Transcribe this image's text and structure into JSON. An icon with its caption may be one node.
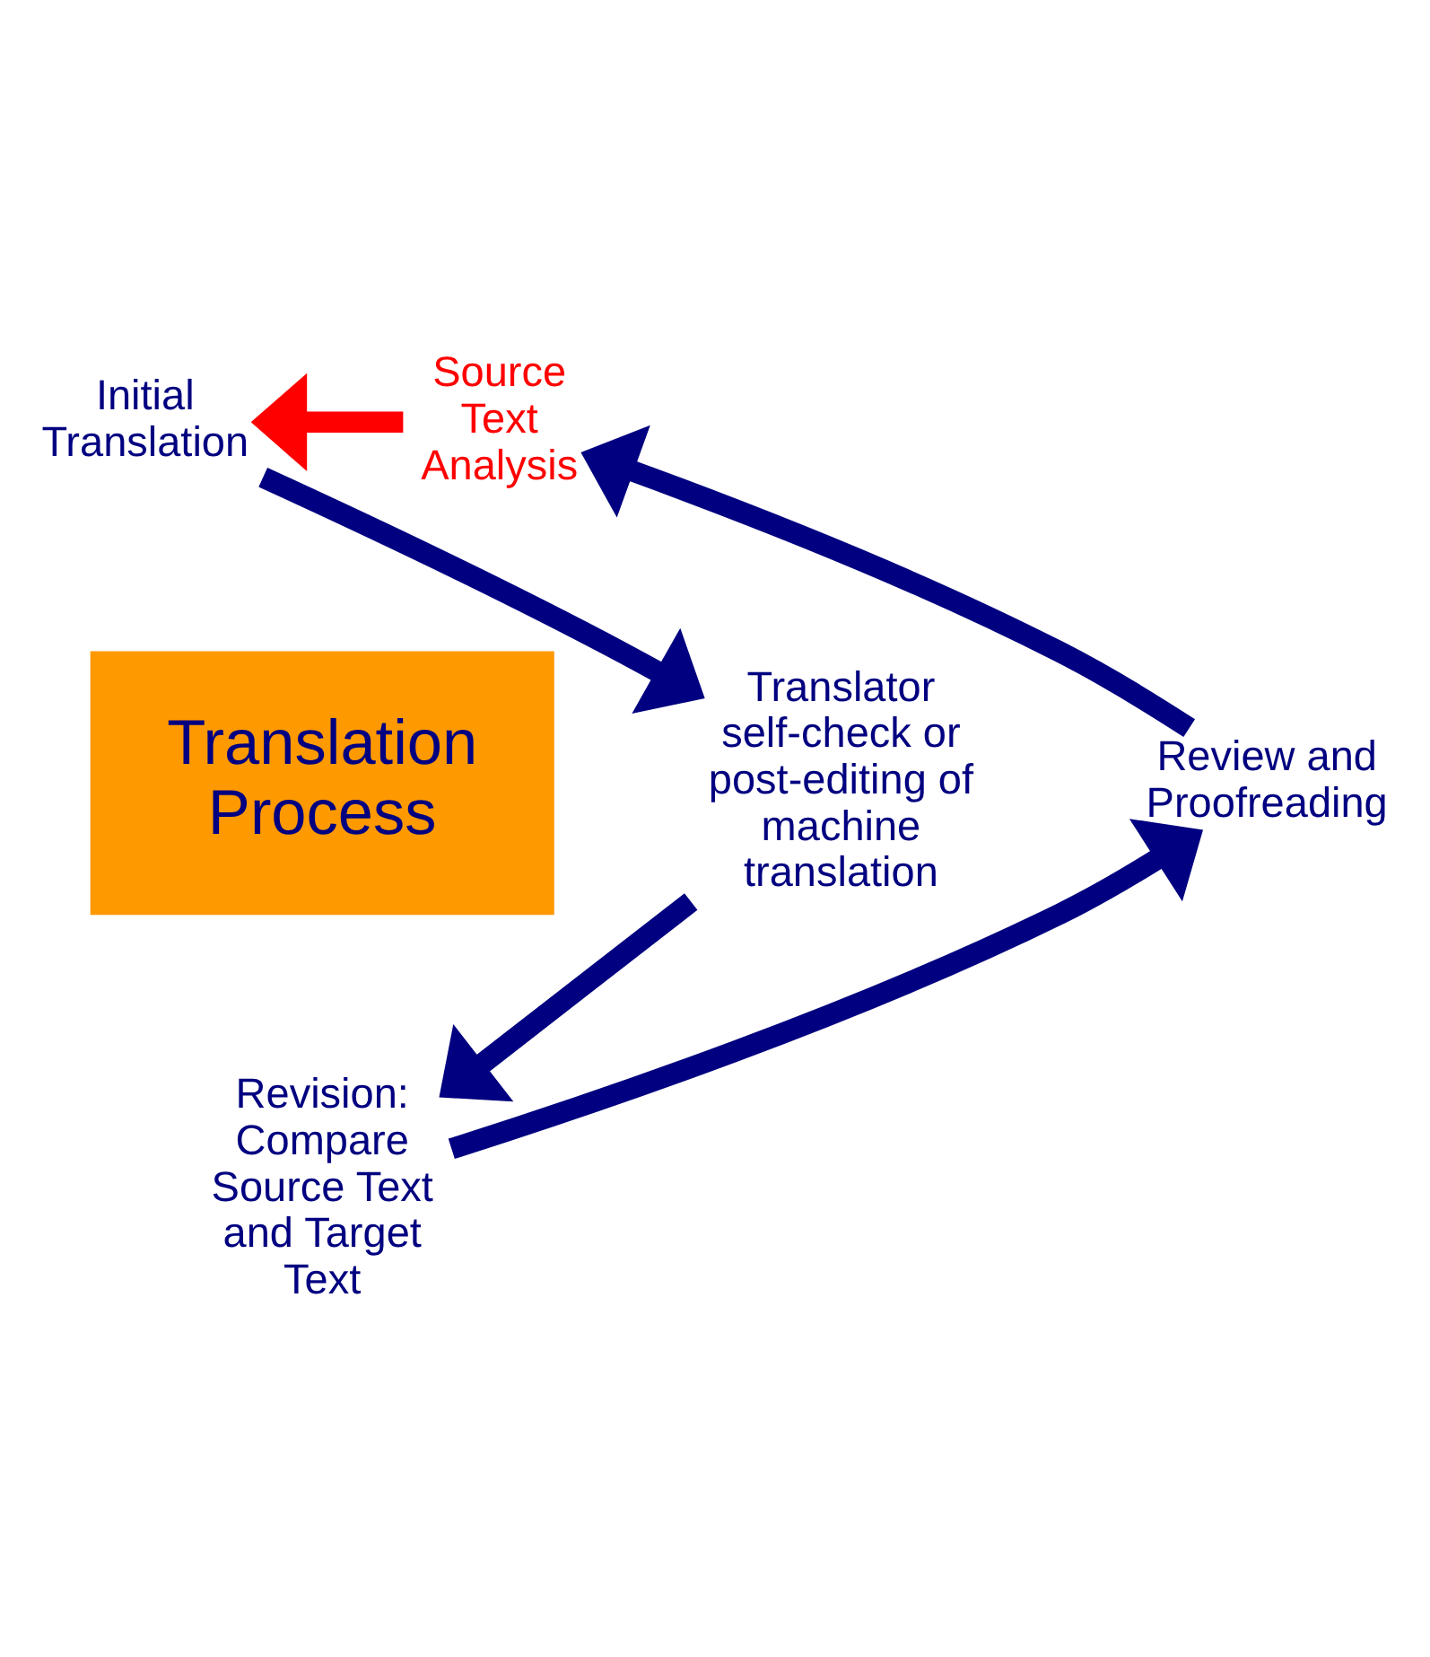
{
  "diagram": {
    "nodes": [
      {
        "text": [
          "Translation Process"
        ]
      },
      {
        "text": [
          "Source Text Analysis"
        ]
      },
      {
        "text": [
          "Initial Translation"
        ]
      },
      {
        "text": [
          "Translator self-check or post-editing of machine translation"
        ]
      },
      {
        "text": [
          "Revision: Compare Source Text and Target Text"
        ]
      },
      {
        "text": [
          "Review and Proofreading"
        ]
      }
    ],
    "edges": [
      {
        "from": 1,
        "to": 2,
        "arrow": "to",
        "color": "#ff0000"
      },
      {
        "from": 2,
        "to": 3,
        "arrow": "to"
      },
      {
        "from": 3,
        "to": 4,
        "arrow": "to"
      },
      {
        "from": 4,
        "to": 5,
        "arrow": "to"
      },
      {
        "from": 5,
        "to": 1,
        "arrow": "to"
      }
    ]
  }
}
